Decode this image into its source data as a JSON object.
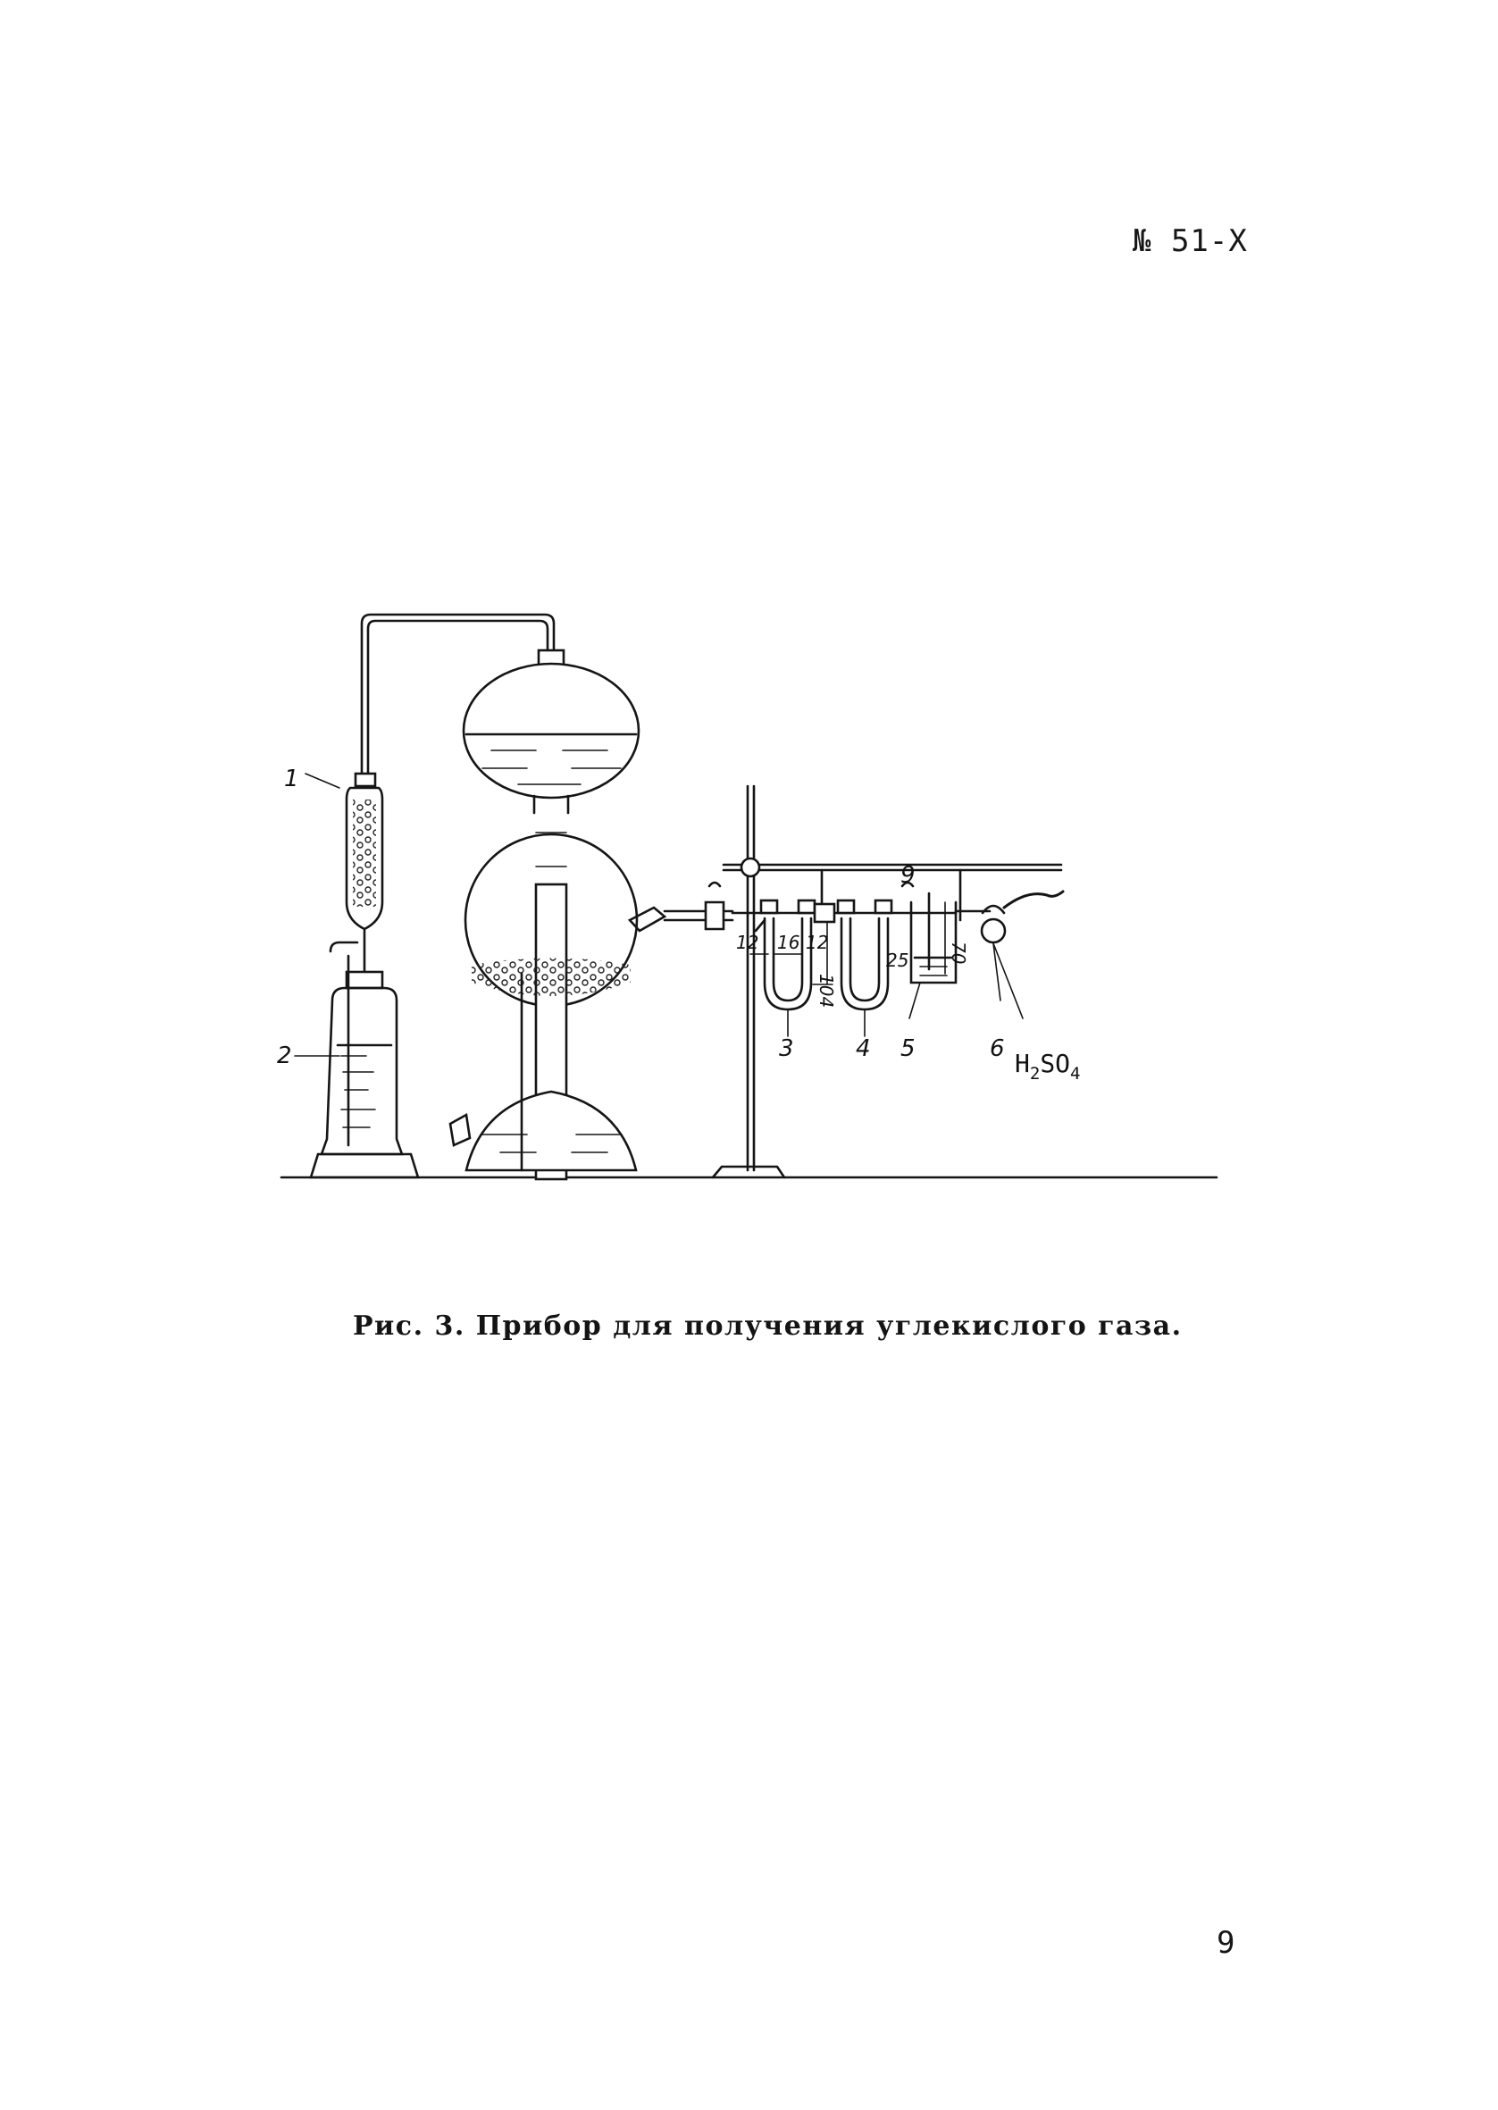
{
  "header": {
    "doc_code": "№ 51-Х"
  },
  "figure": {
    "labels": {
      "n1": "1",
      "n2": "2",
      "n3": "3",
      "n4": "4",
      "n5": "5",
      "n6": "6",
      "n9": "9"
    },
    "dimensions": {
      "d12a": "12",
      "d16": "16",
      "d12b": "12",
      "d104": "104",
      "d25": "25",
      "d70": "70"
    },
    "reagent": {
      "main": "H",
      "sub1": "2",
      "mid": "SO",
      "sub2": "4"
    }
  },
  "caption": "Рис. 3. Прибор для получения углекислого газа.",
  "page_number": "9"
}
